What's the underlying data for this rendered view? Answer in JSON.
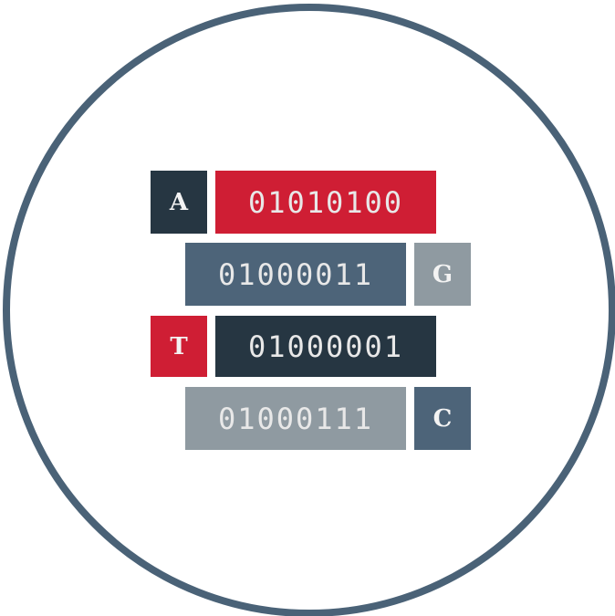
{
  "colors": {
    "ring": "#4a6277",
    "red": "#cf1e34",
    "dark": "#263642",
    "slate": "#4d6479",
    "gray": "#8f9aa1"
  },
  "rows": [
    {
      "letter": "A",
      "code": "01010100",
      "letter_color": "#263642",
      "code_color": "#cf1e34"
    },
    {
      "letter": "G",
      "code": "01000011",
      "letter_color": "#8f9aa1",
      "code_color": "#4d6479"
    },
    {
      "letter": "T",
      "code": "01000001",
      "letter_color": "#cf1e34",
      "code_color": "#263642"
    },
    {
      "letter": "C",
      "code": "01000111",
      "letter_color": "#4d6479",
      "code_color": "#8f9aa1"
    }
  ]
}
